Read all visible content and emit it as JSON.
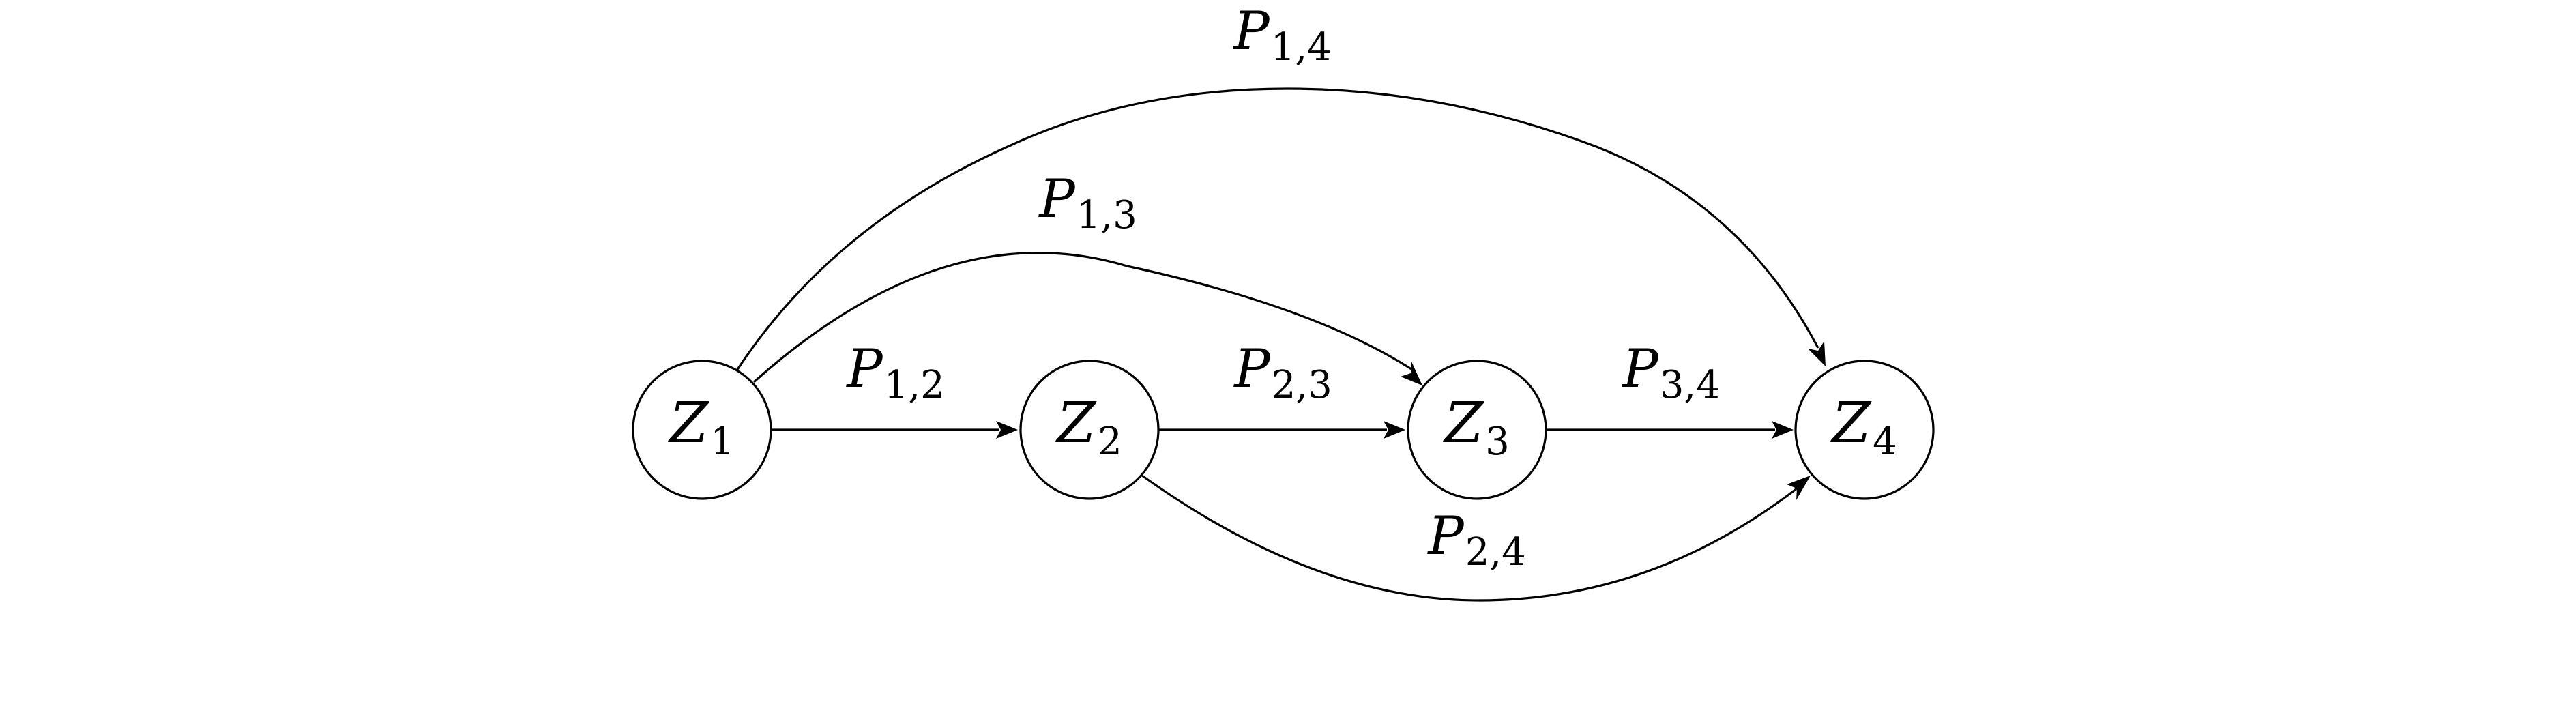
{
  "diagram": {
    "nodes": [
      {
        "id": "z1",
        "symbol": "Z",
        "subscript": "1"
      },
      {
        "id": "z2",
        "symbol": "Z",
        "subscript": "2"
      },
      {
        "id": "z3",
        "symbol": "Z",
        "subscript": "3"
      },
      {
        "id": "z4",
        "symbol": "Z",
        "subscript": "4"
      }
    ],
    "edges": [
      {
        "id": "p12",
        "from": "z1",
        "to": "z2",
        "symbol": "P",
        "subscript": "1,2"
      },
      {
        "id": "p23",
        "from": "z2",
        "to": "z3",
        "symbol": "P",
        "subscript": "2,3"
      },
      {
        "id": "p34",
        "from": "z3",
        "to": "z4",
        "symbol": "P",
        "subscript": "3,4"
      },
      {
        "id": "p13",
        "from": "z1",
        "to": "z3",
        "symbol": "P",
        "subscript": "1,3"
      },
      {
        "id": "p24",
        "from": "z2",
        "to": "z4",
        "symbol": "P",
        "subscript": "2,4"
      },
      {
        "id": "p14",
        "from": "z1",
        "to": "z4",
        "symbol": "P",
        "subscript": "1,4"
      }
    ]
  }
}
